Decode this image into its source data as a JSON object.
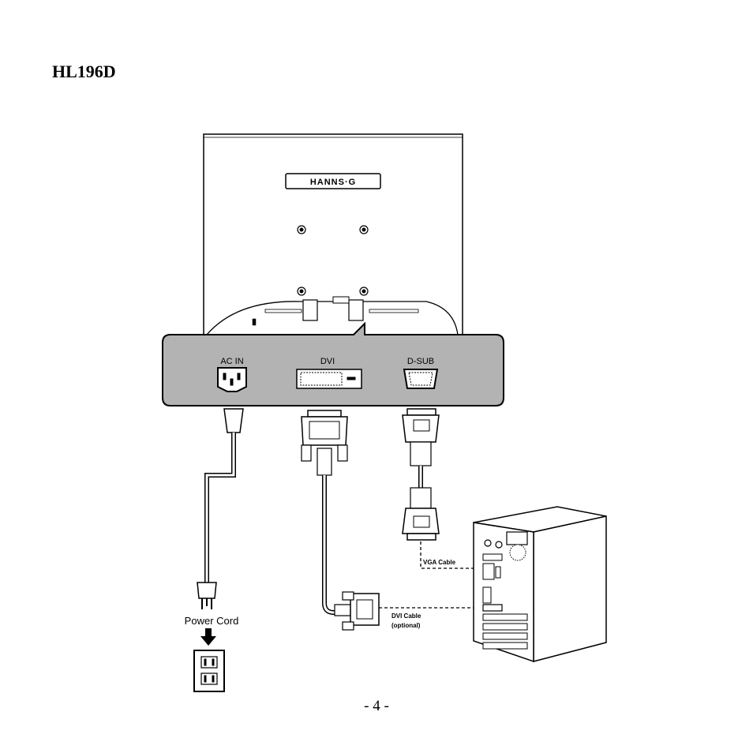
{
  "page": {
    "title": "HL196D",
    "page_number": "- 4 -"
  },
  "monitor": {
    "brand_logo": "HANNS·G"
  },
  "ports": {
    "ac_in": "AC IN",
    "dvi": "DVI",
    "d_sub": "D-SUB"
  },
  "cables": {
    "power_cord": "Power Cord",
    "vga_cable": "VGA Cable",
    "dvi_cable": "DVI Cable",
    "dvi_cable_note": "(optional)"
  }
}
